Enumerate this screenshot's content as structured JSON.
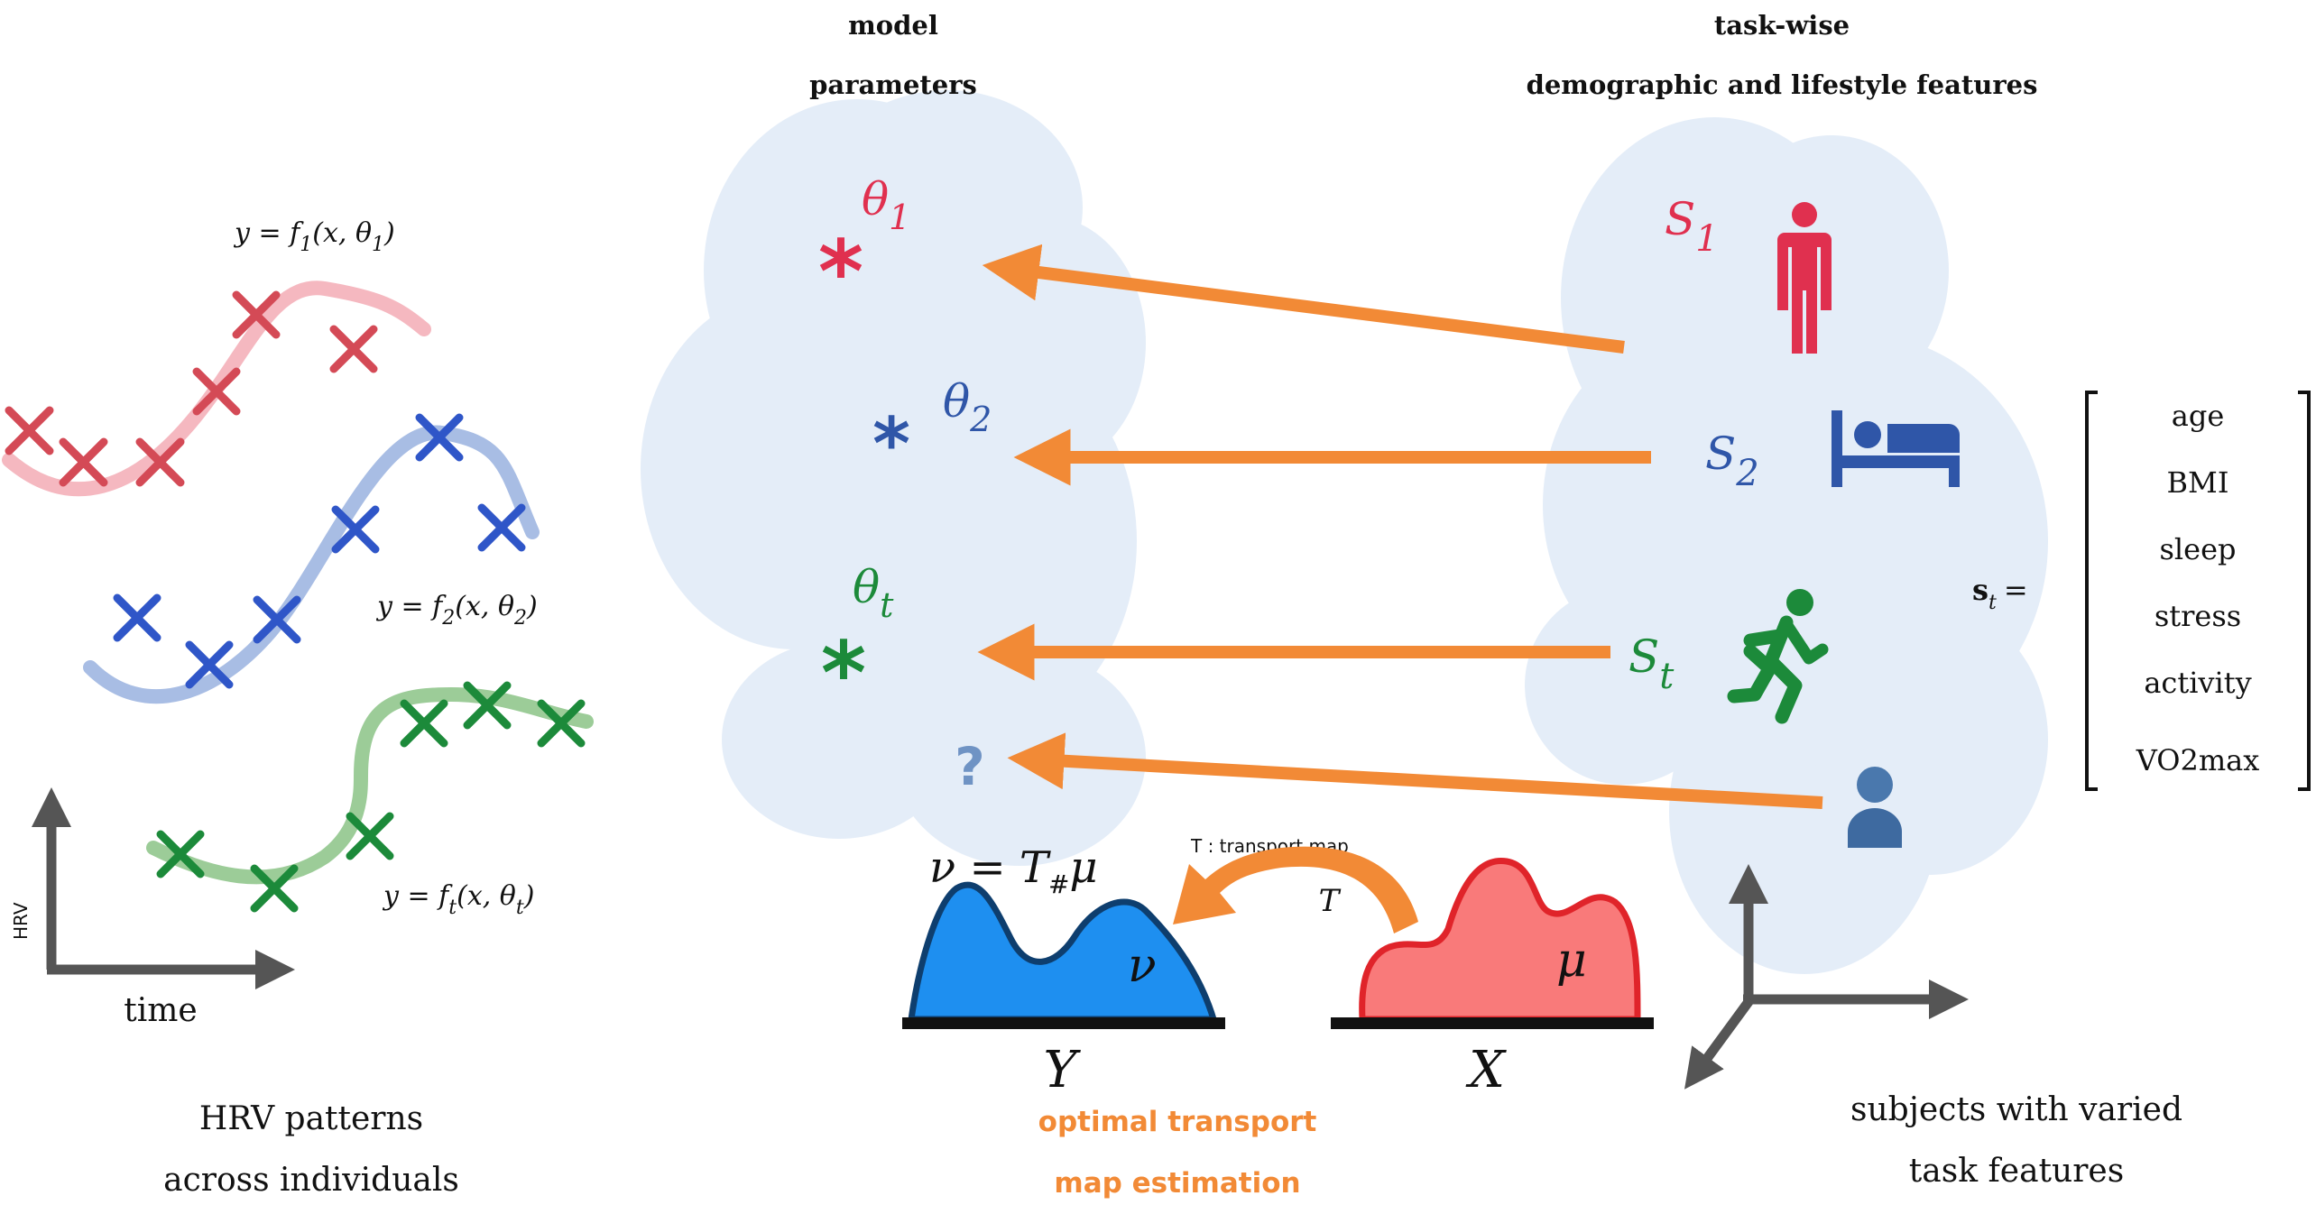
{
  "headers": {
    "model_parameters": [
      "model",
      "parameters"
    ],
    "task_features": [
      "task-wise",
      "demographic and lifestyle features"
    ]
  },
  "left_panel": {
    "equations": {
      "eq1": {
        "lhs": "y = f",
        "sub": "1",
        "args": "(x, θ",
        "arg_sub": "1",
        "close": ")"
      },
      "eq2": {
        "lhs": "y = f",
        "sub": "2",
        "args": "(x, θ",
        "arg_sub": "2",
        "close": ")"
      },
      "eqt": {
        "lhs": "y = f",
        "sub": "t",
        "args": "(x, θ",
        "arg_sub": "t",
        "close": ")"
      }
    },
    "axis_y_label": "HRV",
    "axis_x_label": "time",
    "caption": [
      "HRV patterns",
      "across individuals"
    ]
  },
  "params": {
    "theta1": {
      "symbol": "θ",
      "sub": "1"
    },
    "theta2": {
      "symbol": "θ",
      "sub": "2"
    },
    "thetat": {
      "symbol": "θ",
      "sub": "t"
    },
    "unknown": "?"
  },
  "subjects": {
    "s1": {
      "symbol": "S",
      "sub": "1"
    },
    "s2": {
      "symbol": "S",
      "sub": "2"
    },
    "st": {
      "symbol": "S",
      "sub": "t"
    }
  },
  "feature_vector": {
    "lhs": "s",
    "lhs_sub": "t",
    "eq": "=",
    "items": [
      "age",
      "BMI",
      "sleep",
      "stress",
      "activity",
      "VO2max"
    ]
  },
  "transport": {
    "pushforward": {
      "lhs": "ν = T",
      "sub": "#",
      "rhs": "μ"
    },
    "map_label": "T : transport map",
    "arrow_label": "T",
    "nu": "ν",
    "mu": "μ",
    "y_label": "Y",
    "x_label": "X",
    "caption": [
      "optimal transport",
      "map estimation"
    ]
  },
  "right_caption": [
    "subjects with varied",
    "task features"
  ],
  "colors": {
    "red": "#e0304f",
    "blue": "#2f56a8",
    "green": "#1c8a3a",
    "orange": "#f28a36",
    "cloud": "#e4edf8",
    "pale_red": "#f5b8c0",
    "pale_blue": "#a8bde4",
    "pale_green": "#9ccc98",
    "dist_blue": "#1e8ff0",
    "dist_red": "#f97a7a",
    "axis_gray": "#555555"
  }
}
